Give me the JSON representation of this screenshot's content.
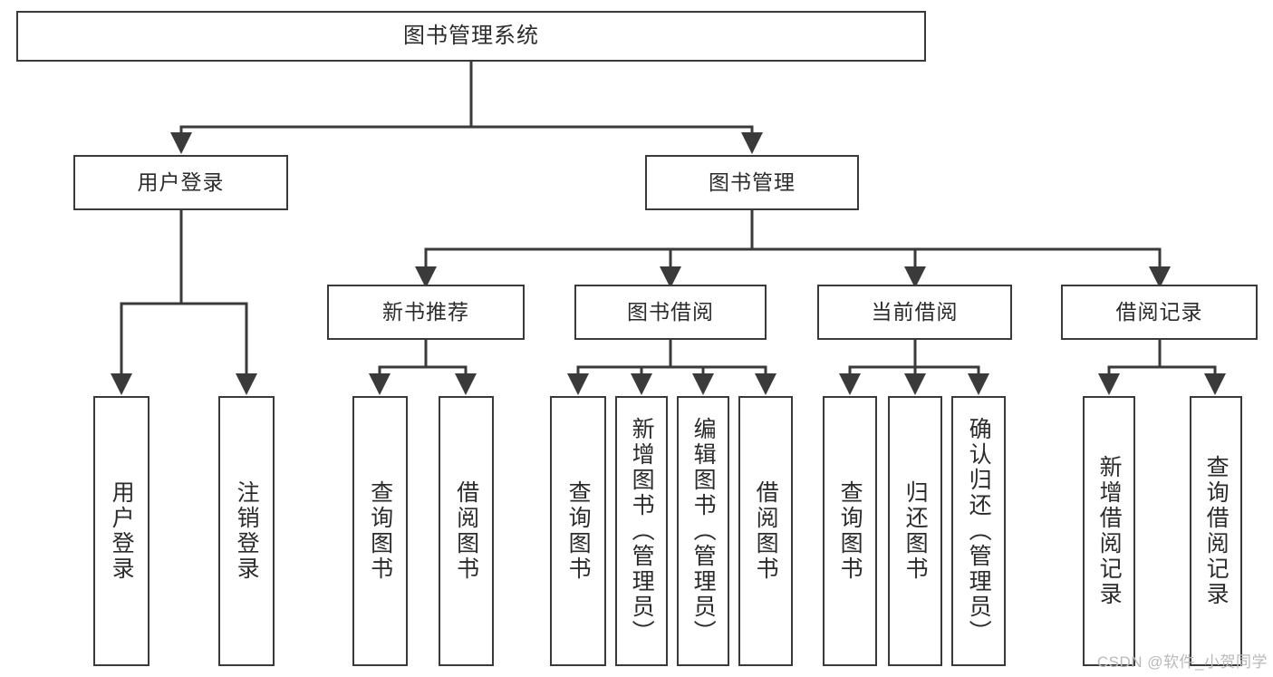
{
  "diagram": {
    "title": "图书管理系统",
    "watermark": "CSDN @软件_小贺同学",
    "colors": {
      "stroke": "#3a3a3a",
      "node_fill": "#ffffff",
      "text": "#2b2b2b",
      "watermark": "#b9b9b9",
      "background": "#ffffff"
    },
    "levels": {
      "level1": "系统",
      "level2": "模块",
      "level3": "子模块",
      "level4": "功能"
    },
    "nodes": {
      "root": {
        "label": "图书管理系统"
      },
      "level2": [
        {
          "id": "user-login",
          "label": "用户登录"
        },
        {
          "id": "book-manage",
          "label": "图书管理"
        }
      ],
      "level3": [
        {
          "id": "new-book-recommend",
          "label": "新书推荐"
        },
        {
          "id": "book-borrow",
          "label": "图书借阅"
        },
        {
          "id": "current-borrow",
          "label": "当前借阅"
        },
        {
          "id": "borrow-record",
          "label": "借阅记录"
        }
      ],
      "leaves": {
        "user_login": [
          {
            "id": "leaf-user-login",
            "label": "用户登录"
          },
          {
            "id": "leaf-logout-login",
            "label": "注销登录"
          }
        ],
        "new_book_recommend": [
          {
            "id": "leaf-query-book-1",
            "label": "查询图书"
          },
          {
            "id": "leaf-borrow-book-1",
            "label": "借阅图书"
          }
        ],
        "book_borrow": [
          {
            "id": "leaf-query-book-2",
            "label": "查询图书"
          },
          {
            "id": "leaf-add-book",
            "label": "新增图书（管理员）"
          },
          {
            "id": "leaf-edit-book",
            "label": "编辑图书（管理员）"
          },
          {
            "id": "leaf-borrow-book-2",
            "label": "借阅图书"
          }
        ],
        "current_borrow": [
          {
            "id": "leaf-query-book-3",
            "label": "查询图书"
          },
          {
            "id": "leaf-return-book",
            "label": "归还图书"
          },
          {
            "id": "leaf-confirm-return",
            "label": "确认归还（管理员）"
          }
        ],
        "borrow_record": [
          {
            "id": "leaf-add-record",
            "label": "新增借阅记录"
          },
          {
            "id": "leaf-query-record",
            "label": "查询借阅记录"
          }
        ]
      }
    }
  }
}
